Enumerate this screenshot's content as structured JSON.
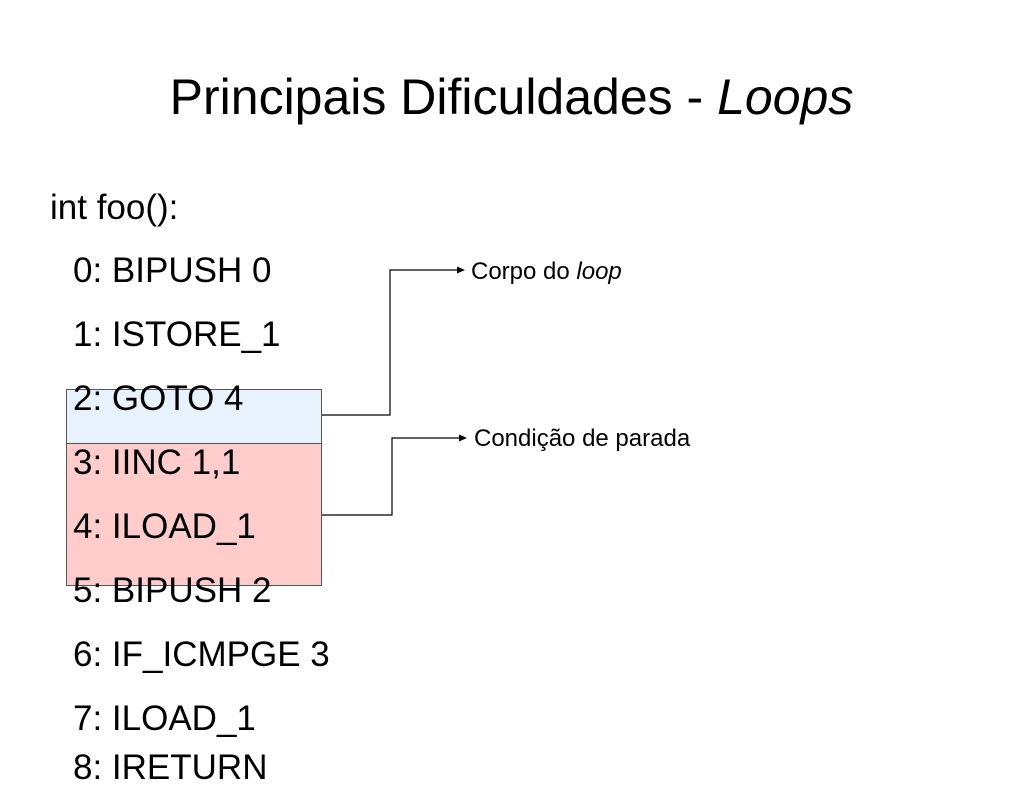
{
  "slide": {
    "title_main": "Principais Dificuldades - ",
    "title_italic": "Loops"
  },
  "code": {
    "header": "int foo():",
    "lines": [
      "0: BIPUSH 0",
      "1: ISTORE_1",
      "2: GOTO 4",
      "3: IINC 1,1",
      "4: ILOAD_1",
      "5: BIPUSH 2",
      "6: IF_ICMPGE 3",
      "7: ILOAD_1",
      "8: IRETURN"
    ]
  },
  "annotations": {
    "loop_body_prefix": "Corpo do ",
    "loop_body_italic": "loop",
    "stop_condition": "Condição de parada"
  },
  "colors": {
    "goto_highlight": "#e8f2fc",
    "loop_highlight": "#ffcccc"
  }
}
